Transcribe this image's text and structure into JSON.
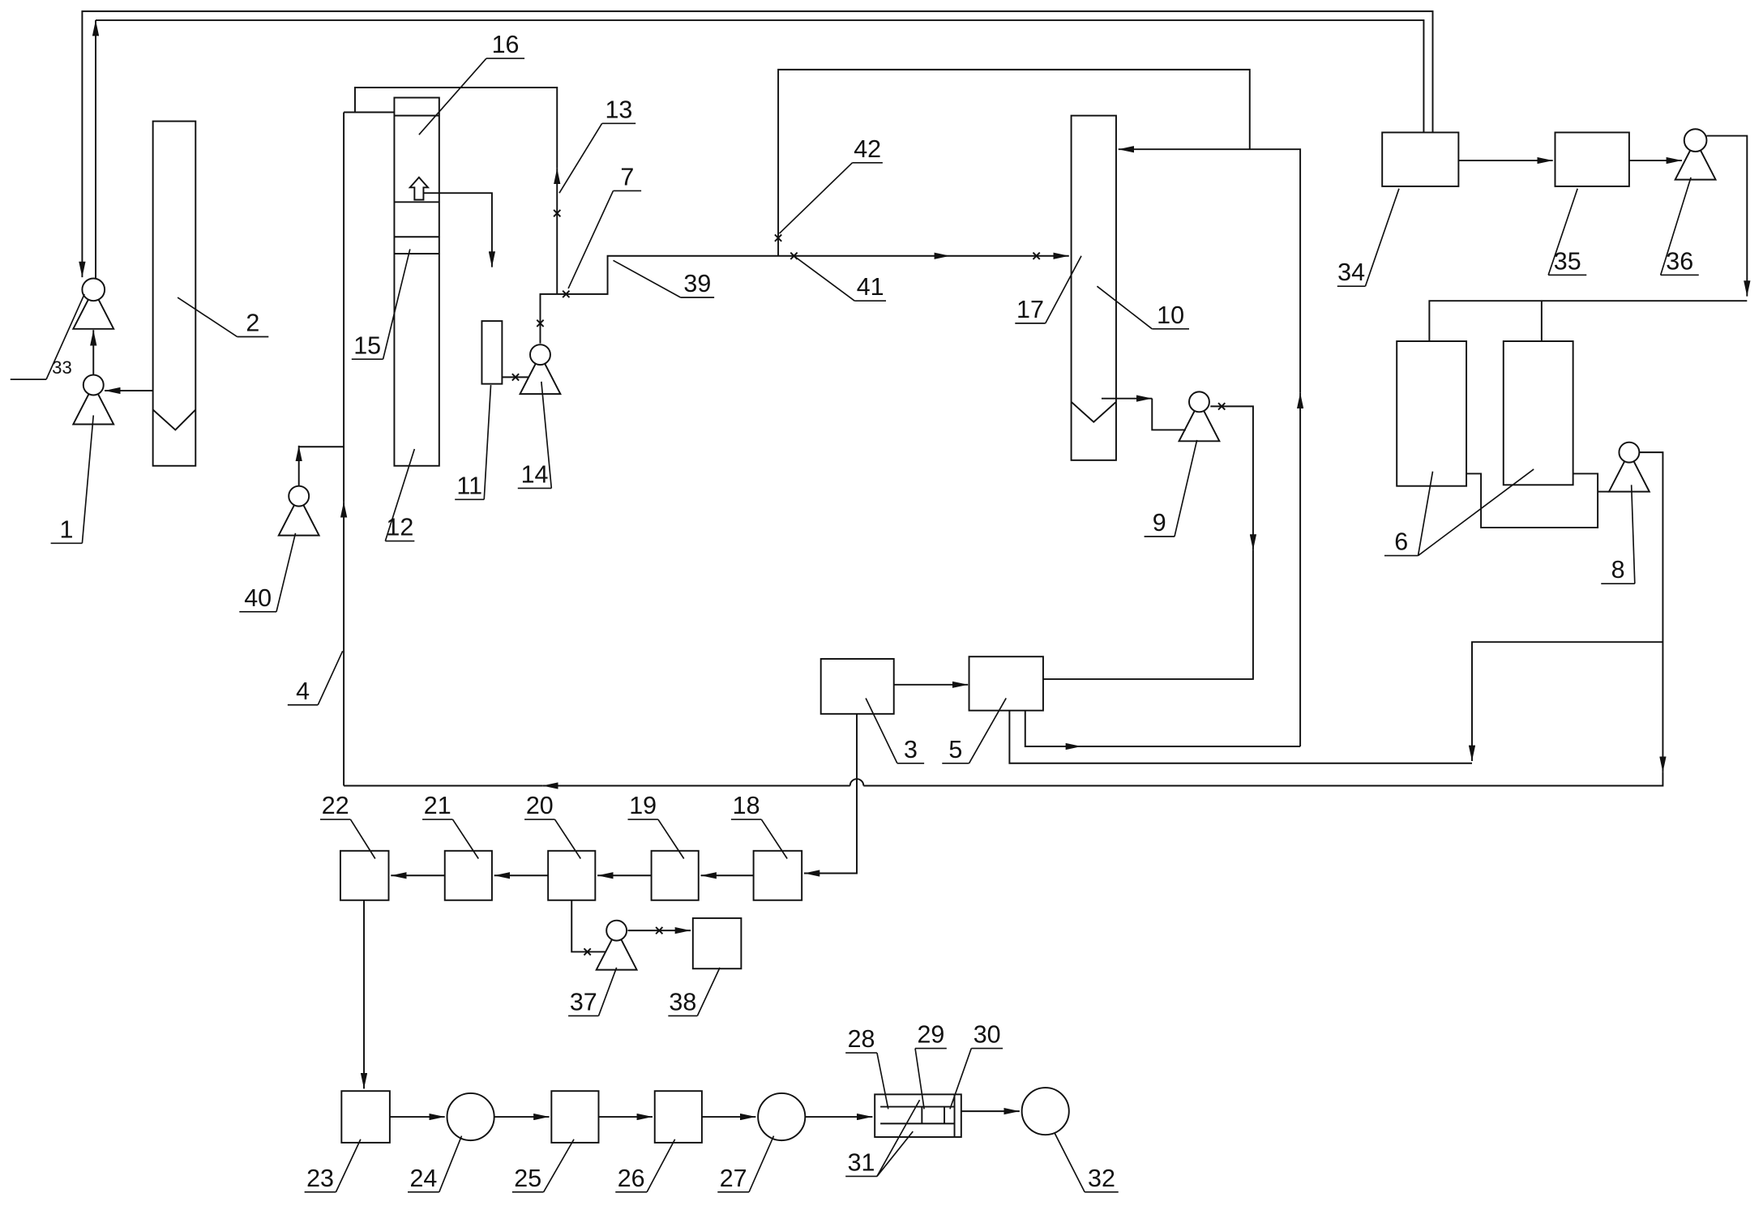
{
  "labels": {
    "1": "1",
    "2": "2",
    "3": "3",
    "4": "4",
    "5": "5",
    "6": "6",
    "7": "7",
    "8": "8",
    "9": "9",
    "10": "10",
    "11": "11",
    "12": "12",
    "13": "13",
    "14": "14",
    "15": "15",
    "16": "16",
    "17": "17",
    "18": "18",
    "19": "19",
    "20": "20",
    "21": "21",
    "22": "22",
    "23": "23",
    "24": "24",
    "25": "25",
    "26": "26",
    "27": "27",
    "28": "28",
    "29": "29",
    "30": "30",
    "31": "31",
    "32": "32",
    "33": "33",
    "34": "34",
    "35": "35",
    "36": "36",
    "37": "37",
    "38": "38",
    "39": "39",
    "40": "40",
    "41": "41",
    "42": "42"
  }
}
